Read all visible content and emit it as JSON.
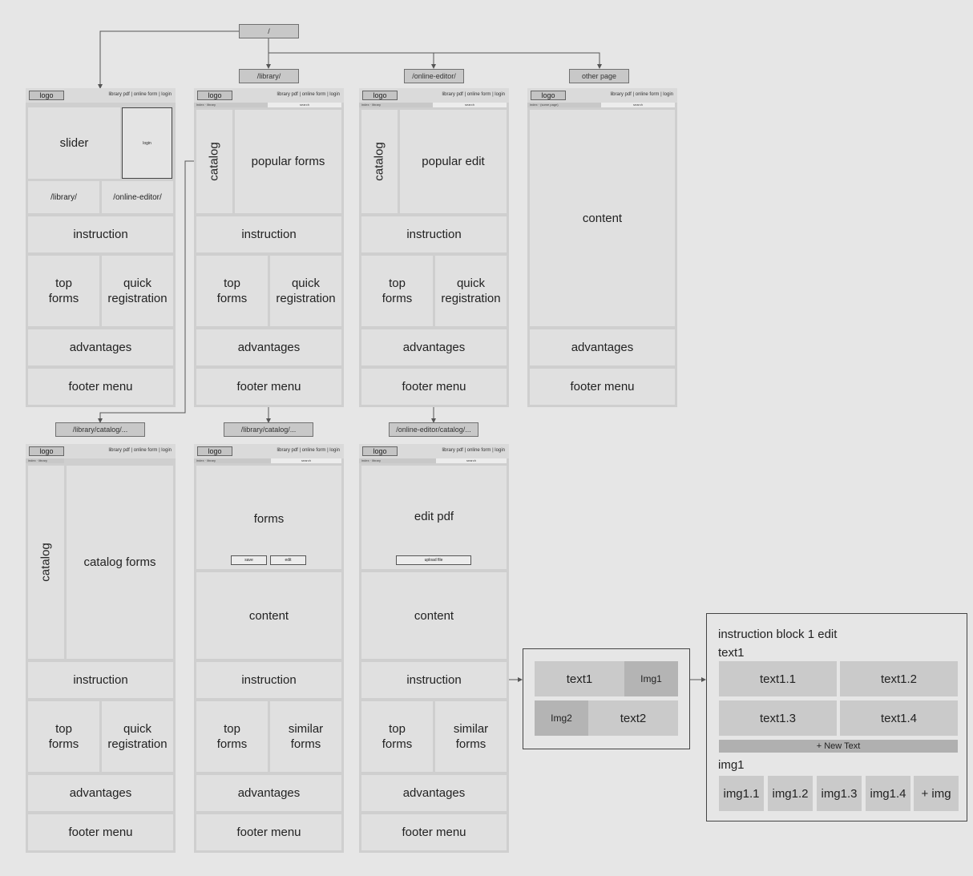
{
  "routes": {
    "root": "/",
    "library": "/library/",
    "online_editor": "/online-editor/",
    "other_page": "other page",
    "library_catalog_a": "/library/catalog/...",
    "library_catalog_b": "/library/catalog/...",
    "online_editor_catalog": "/online-editor/catalog/..."
  },
  "header": {
    "logo": "logo",
    "nav": "library pdf  |  online form  |  login",
    "search": "search",
    "crumb_library": "index · library",
    "crumb_other": "index · (some page)"
  },
  "page_home": {
    "slider": "slider",
    "login": "login",
    "link_library": "/library/",
    "link_editor": "/online-editor/",
    "instruction": "instruction",
    "top_forms": "top\nforms",
    "quick_registration": "quick\nregistration",
    "advantages": "advantages",
    "footer": "footer menu"
  },
  "page_library": {
    "catalog": "catalog",
    "popular": "popular forms",
    "instruction": "instruction",
    "top_forms": "top\nforms",
    "quick_registration": "quick\nregistration",
    "advantages": "advantages",
    "footer": "footer menu"
  },
  "page_editor": {
    "catalog": "catalog",
    "popular": "popular edit",
    "instruction": "instruction",
    "top_forms": "top\nforms",
    "quick_registration": "quick\nregistration",
    "advantages": "advantages",
    "footer": "footer menu"
  },
  "page_other": {
    "content": "content",
    "advantages": "advantages",
    "footer": "footer menu"
  },
  "page_catalog": {
    "catalog": "catalog",
    "catalog_forms": "catalog forms",
    "instruction": "instruction",
    "top_forms": "top\nforms",
    "quick_registration": "quick\nregistration",
    "advantages": "advantages",
    "footer": "footer menu"
  },
  "page_form": {
    "forms": "forms",
    "save": "save",
    "edit": "edit",
    "content": "content",
    "instruction": "instruction",
    "top_forms": "top\nforms",
    "similar_forms": "similar\nforms",
    "advantages": "advantages",
    "footer": "footer menu"
  },
  "page_edit_form": {
    "edit_pdf": "edit pdf",
    "upload": "upload file",
    "content": "content",
    "instruction": "instruction",
    "top_forms": "top\nforms",
    "similar_forms": "similar\nforms",
    "advantages": "advantages",
    "footer": "footer menu"
  },
  "instruction_preview": {
    "text1": "text1",
    "img1": "Img1",
    "img2": "Img2",
    "text2": "text2"
  },
  "instruction_edit": {
    "title": "instruction block 1 edit",
    "text_label": "text1",
    "texts": [
      "text1.1",
      "text1.2",
      "text1.3",
      "text1.4"
    ],
    "new_text": "+ New Text",
    "img_label": "img1",
    "images": [
      "img1.1",
      "img1.2",
      "img1.3",
      "img1.4",
      "+ img"
    ]
  },
  "colors": {
    "background": "#e6e6e6",
    "page": "#cfcfcf",
    "block": "#e0e0e0",
    "route": "#c8c8c8",
    "line": "#555555"
  }
}
